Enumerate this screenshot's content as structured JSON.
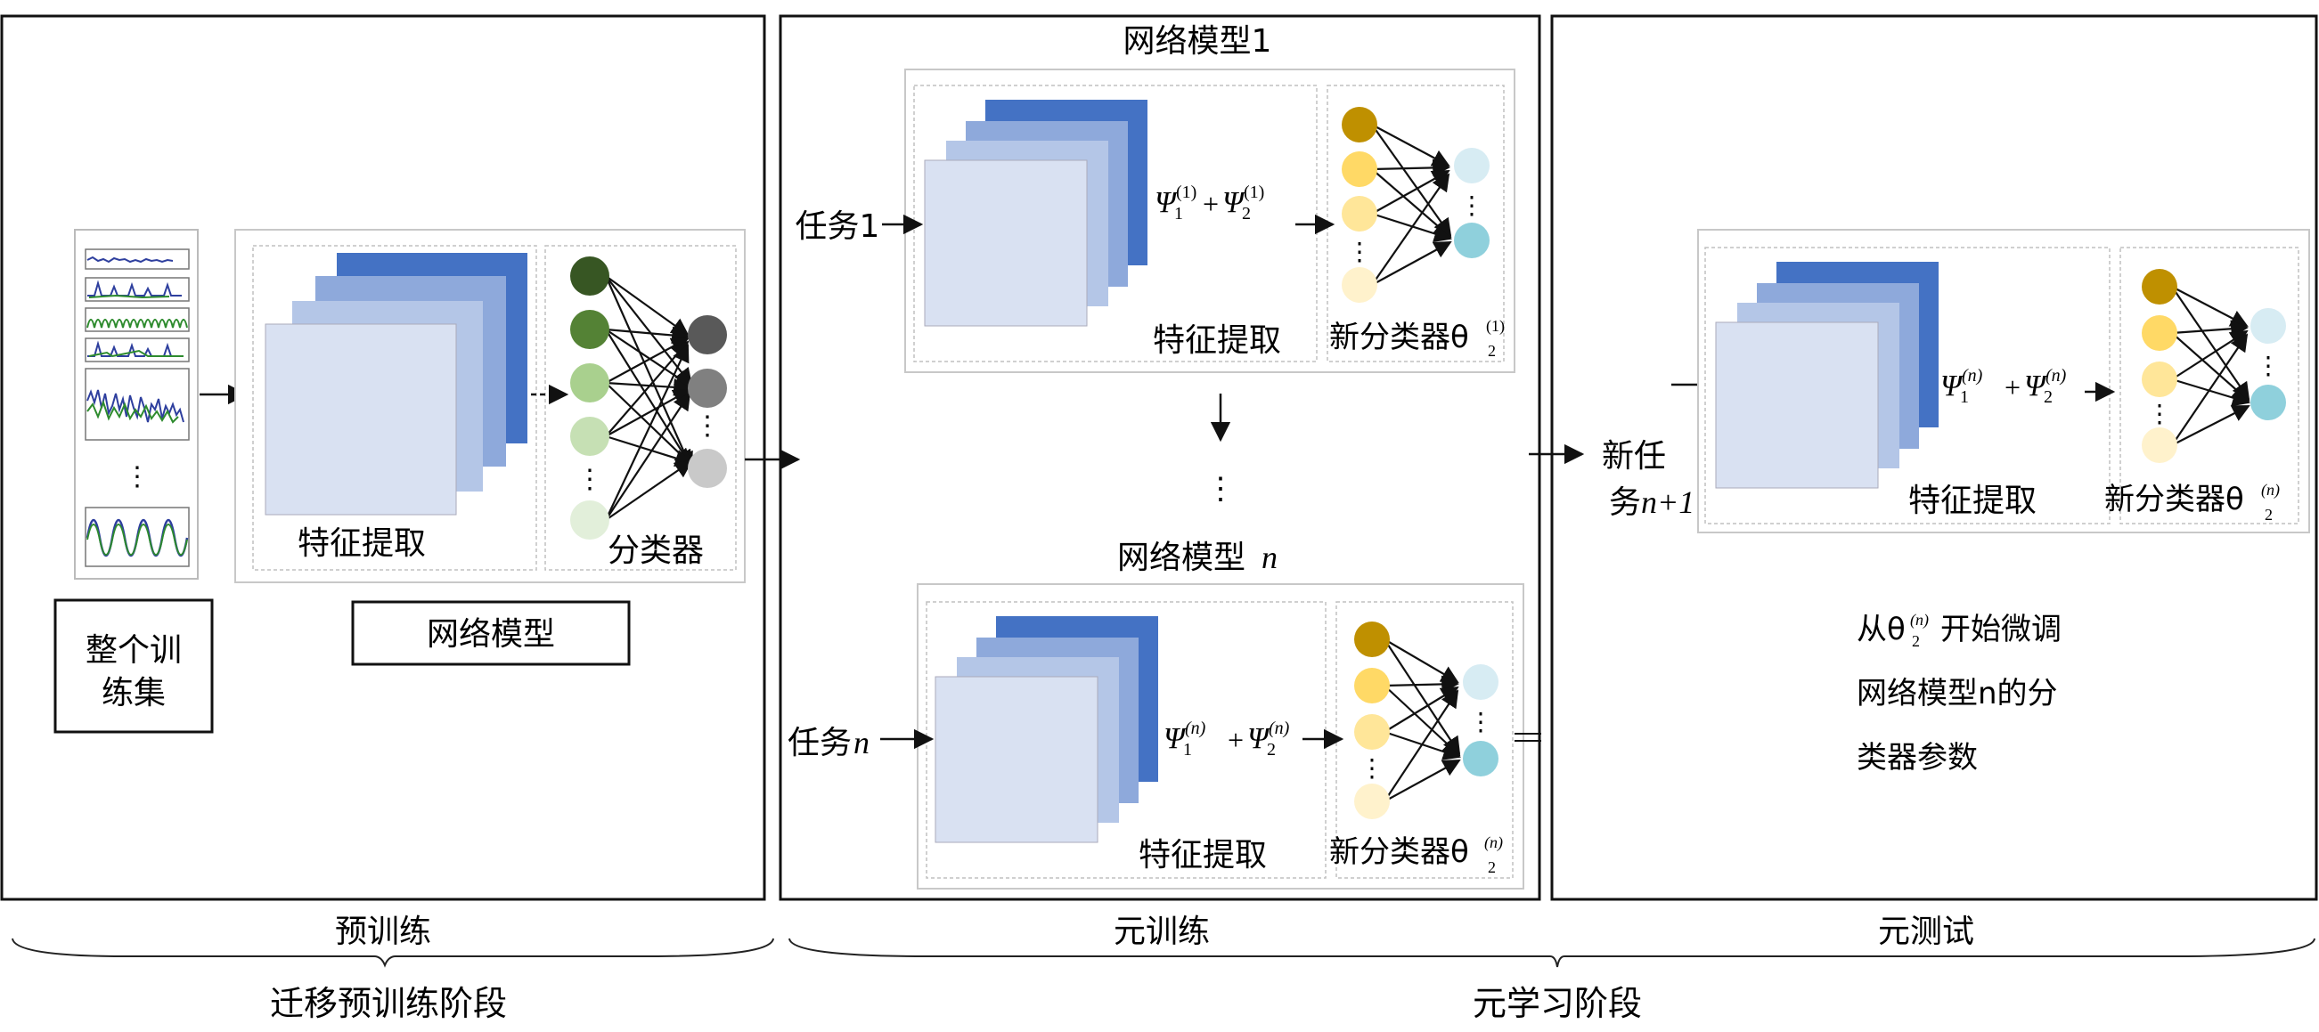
{
  "panels": {
    "pretrain": {
      "dataset_label_line1": "整个训",
      "dataset_label_line2": "练集",
      "model_label": "网络模型",
      "feature_label": "特征提取",
      "classifier_label": "分类器",
      "dots": "⋮"
    },
    "metatrain": {
      "model1_title": "网络模型1",
      "task1_label": "任务1",
      "psi1_top": "Ψ",
      "feature_label": "特征提取",
      "new_classifier_label": "新分类器θ",
      "vdots": "⋮",
      "modeln_title": "网络模型",
      "modeln_var": "n",
      "taskn_label": "任务",
      "taskn_var": "n"
    },
    "metatest": {
      "new_task_line1": "新任",
      "new_task_line2": "务",
      "new_task_var": "n+1",
      "feature_label": "特征提取",
      "new_classifier_label": "新分类器θ",
      "desc_line1_a": "从θ",
      "desc_line1_b": "开始微调",
      "desc_line2": "网络模型n的分",
      "desc_line3": "类器参数"
    }
  },
  "formulas": {
    "psi1": "Ψ",
    "psi2": "Ψ",
    "plus": "+",
    "sup_1": "(1)",
    "sup_n": "(n)",
    "sub_1": "1",
    "sub_2": "2"
  },
  "stages": {
    "pretrain": "预训练",
    "metatrain": "元训练",
    "metatest": "元测试",
    "transfer_phase": "迁移预训练阶段",
    "meta_phase": "元学习阶段"
  },
  "colors": {
    "feature_dark": "#4472c4",
    "feature_mid": "#8ea9db",
    "feature_light": "#b4c6e7",
    "feature_front": "#d9e1f2",
    "pre_nodes": [
      "#375623",
      "#548235",
      "#a9d08e",
      "#c6e0b4",
      "#e2efda"
    ],
    "pre_out": [
      "#595959",
      "#808080",
      "#c9c9c9"
    ],
    "meta_nodes": [
      "#bf9000",
      "#ffd966",
      "#ffe699",
      "#fff2cc"
    ],
    "meta_out": [
      "#d7ecf3",
      "#8fd0dc"
    ]
  }
}
